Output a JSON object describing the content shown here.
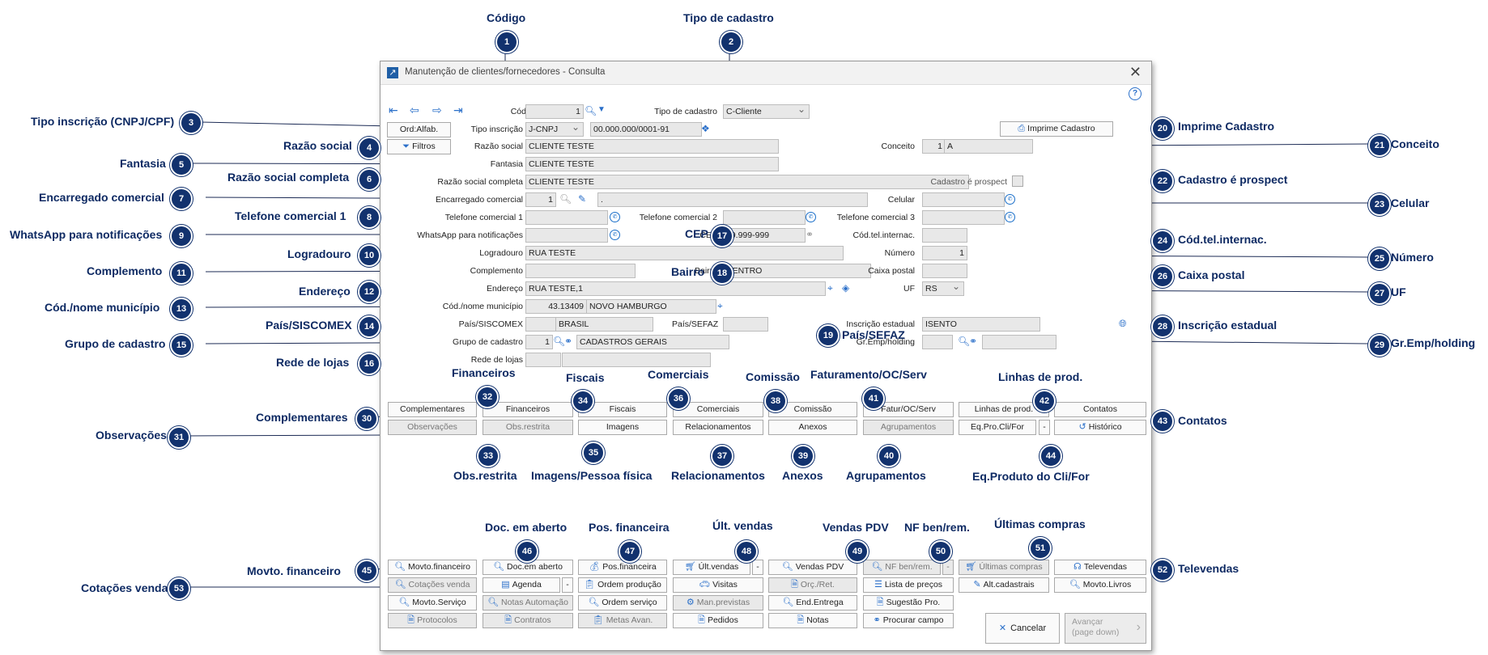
{
  "window": {
    "title": "Manutenção de clientes/fornecedores - Consulta"
  },
  "top": {
    "codigo_label": "Código",
    "codigo_value": "1",
    "tipo_cadastro_label": "Tipo de cadastro",
    "tipo_cadastro_value": "C-Cliente",
    "ord_button": "Ord:Alfab.",
    "tipo_inscricao_label": "Tipo inscrição",
    "tipo_inscricao_value": "J-CNPJ",
    "cnpj_value": "00.000.000/0001-91",
    "imprime_button": "Imprime Cadastro",
    "filtros_button": "Filtros"
  },
  "left_fields": {
    "razao_social_label": "Razão social",
    "razao_social_value": "CLIENTE TESTE",
    "fantasia_label": "Fantasia",
    "fantasia_value": "CLIENTE TESTE",
    "razao_completa_label": "Razão social completa",
    "razao_completa_value": "CLIENTE TESTE",
    "encarregado_label": "Encarregado comercial",
    "encarregado_code": "1",
    "encarregado_value": ".",
    "tel1_label": "Telefone comercial 1",
    "tel2_label": "Telefone comercial 2",
    "tel3_label": "Telefone comercial 3",
    "whatsapp_label": "WhatsApp para notificações",
    "cep_label": "CEP",
    "cep_value": "99.999-999",
    "logradouro_label": "Logradouro",
    "logradouro_value": "RUA TESTE",
    "complemento_label": "Complemento",
    "bairro_label": "Bairro",
    "bairro_value": "CENTRO",
    "endereco_label": "Endereço",
    "endereco_value": "RUA TESTE,1",
    "municipio_label": "Cód./nome município",
    "municipio_code": "43.13409",
    "municipio_value": "NOVO HAMBURGO",
    "pais_label": "País/SISCOMEX",
    "pais_value": "BRASIL",
    "pais_sefaz_label": "País/SEFAZ",
    "grupo_label": "Grupo de cadastro",
    "grupo_code": "1",
    "grupo_value": "CADASTROS GERAIS",
    "rede_label": "Rede de lojas"
  },
  "right_fields": {
    "conceito_label": "Conceito",
    "conceito_code": "1",
    "conceito_value": "A",
    "prospect_label": "Cadastro é prospect",
    "celular_label": "Celular",
    "tel_internac_label": "Cód.tel.internac.",
    "numero_label": "Número",
    "numero_value": "1",
    "caixa_postal_label": "Caixa postal",
    "uf_label": "UF",
    "uf_value": "RS",
    "inscricao_label": "Inscrição estadual",
    "inscricao_value": "ISENTO",
    "holding_label": "Gr.Emp/holding"
  },
  "tabs_row1": [
    "Complementares",
    "Financeiros",
    "Fiscais",
    "Comerciais",
    "Comissão",
    "Fatur/OC/Serv",
    "Linhas de prod.",
    "Contatos"
  ],
  "tabs_row2": [
    "Observações",
    "Obs.restrita",
    "Imagens",
    "Relacionamentos",
    "Anexos",
    "Agrupamentos",
    "Eq.Pro.Cli/For",
    "Histórico"
  ],
  "bottom_buttons": {
    "row1": [
      "Movto.financeiro",
      "Doc.em aberto",
      "Pos.financeira",
      "Últ.vendas",
      "Vendas PDV",
      "NF ben/rem.",
      "Últimas compras",
      "Televendas"
    ],
    "row2": [
      "Cotações venda",
      "Agenda",
      "Ordem produção",
      "Visitas",
      "Orç./Ret.",
      "Lista de preços",
      "Alt.cadastrais",
      "Movto.Livros"
    ],
    "row3": [
      "Movto.Serviço",
      "Notas Automação",
      "Ordem serviço",
      "Man.previstas",
      "End.Entrega",
      "Sugestão Pro."
    ],
    "row4": [
      "Protocolos",
      "Contratos",
      "Metas Avan.",
      "Pedidos",
      "Notas",
      "Procurar campo"
    ],
    "cancelar": "Cancelar",
    "avancar": "Avançar",
    "avancar_sub": "(page down)"
  },
  "annotations": {
    "a1": "Código",
    "a2": "Tipo de cadastro",
    "a3": "Tipo inscrição (CNPJ/CPF)",
    "a4": "Razão social",
    "a5": "Fantasia",
    "a6": "Razão social completa",
    "a7": "Encarregado comercial",
    "a8": "Telefone comercial 1",
    "a9": "WhatsApp para notificações",
    "a10": "Logradouro",
    "a11": "Complemento",
    "a12": "Endereço",
    "a13": "Cód./nome município",
    "a14": "País/SISCOMEX",
    "a15": "Grupo de cadastro",
    "a16": "Rede de lojas",
    "a17": "CEP",
    "a18": "Bairro",
    "a19": "País/SEFAZ",
    "a20": "Imprime Cadastro",
    "a21": "Conceito",
    "a22": "Cadastro é prospect",
    "a23": "Celular",
    "a24": "Cód.tel.internac.",
    "a25": "Número",
    "a26": "Caixa postal",
    "a27": "UF",
    "a28": "Inscrição estadual",
    "a29": "Gr.Emp/holding",
    "a30": "Complementares",
    "a31": "Observações",
    "a32": "Financeiros",
    "a33": "Obs.restrita",
    "a34": "Fiscais",
    "a35": "Imagens/Pessoa física",
    "a36": "Comerciais",
    "a37": "Relacionamentos",
    "a38": "Comissão",
    "a39": "Anexos",
    "a40": "Agrupamentos",
    "a41": "Faturamento/OC/Serv",
    "a42": "Linhas de prod.",
    "a43": "Contatos",
    "a44": "Eq.Produto do Cli/For",
    "a45": "Movto. financeiro",
    "a46": "Doc. em aberto",
    "a47": "Pos. financeira",
    "a48": "Últ. vendas",
    "a49": "Vendas PDV",
    "a50": "NF ben/rem.",
    "a51": "Últimas compras",
    "a52": "Televendas",
    "a53": "Cotações venda"
  },
  "badge_numbers": [
    "1",
    "2",
    "3",
    "4",
    "5",
    "6",
    "7",
    "8",
    "9",
    "10",
    "11",
    "12",
    "13",
    "14",
    "15",
    "16",
    "17",
    "18",
    "19",
    "20",
    "21",
    "22",
    "23",
    "24",
    "25",
    "26",
    "27",
    "28",
    "29",
    "30",
    "31",
    "32",
    "33",
    "34",
    "35",
    "36",
    "37",
    "38",
    "39",
    "40",
    "41",
    "42",
    "43",
    "44",
    "45",
    "46",
    "47",
    "48",
    "49",
    "50",
    "51",
    "52",
    "53"
  ],
  "colors": {
    "badge": "#12326e",
    "annotation_text": "#0e2a63",
    "icon_blue": "#2a6fc9"
  }
}
